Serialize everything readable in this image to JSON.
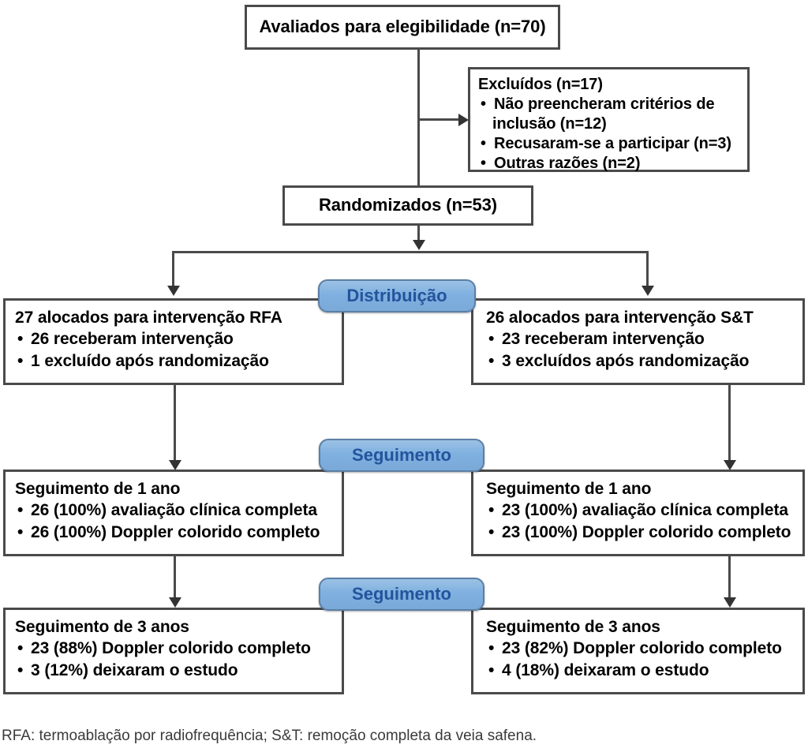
{
  "diagram": {
    "type": "consort-flow-diagram",
    "language": "pt-BR",
    "colors": {
      "stage_pill_fill": "#7FB0E0",
      "stage_pill_text": "#23549C",
      "box_border": "#4A4A4A",
      "connector": "#4A4A4A",
      "background": "#FFFFFF"
    }
  },
  "enrollment": {
    "assessed": {
      "text": "Avaliados para elegibilidade (n=70)"
    },
    "excluded": {
      "title": "Excluídos (n=17)",
      "items": [
        "Não preencheram critérios de inclusão (n=12)",
        "Recusaram-se a participar (n=3)",
        "Outras razões (n=2)"
      ],
      "items_wrapped": [
        [
          "Não preencheram critérios de",
          "inclusão (n=12)"
        ],
        [
          "Recusaram-se a participar (n=3)"
        ],
        [
          "Outras razões (n=2)"
        ]
      ]
    },
    "randomized": {
      "text": "Randomizados (n=53)"
    }
  },
  "stages": {
    "allocation": "Distribuição",
    "followup_1": "Seguimento",
    "followup_2": "Seguimento"
  },
  "arms": {
    "left": {
      "allocation": {
        "title": "27 alocados para intervenção RFA",
        "items": [
          "26 receberam intervenção",
          "1 excluído após randomização"
        ]
      },
      "followup_1year": {
        "title": "Seguimento de 1 ano",
        "items": [
          "26 (100%) avaliação clínica completa",
          "26 (100%) Doppler colorido completo"
        ]
      },
      "followup_3years": {
        "title": "Seguimento de 3 anos",
        "items": [
          "23 (88%) Doppler colorido completo",
          "3 (12%) deixaram o estudo"
        ]
      }
    },
    "right": {
      "allocation": {
        "title": "26 alocados para intervenção S&T",
        "items": [
          "23 receberam intervenção",
          "3 excluídos após randomização"
        ]
      },
      "followup_1year": {
        "title": "Seguimento de 1 ano",
        "items": [
          "23 (100%) avaliação clínica completa",
          "23 (100%) Doppler colorido completo"
        ]
      },
      "followup_3years": {
        "title": "Seguimento de 3 anos",
        "items": [
          "23 (82%) Doppler colorido completo",
          "4 (18%) deixaram o estudo"
        ]
      }
    }
  },
  "footnote": {
    "text": "RFA: termoablação por radiofrequência; S&T: remoção completa da veia safena."
  }
}
